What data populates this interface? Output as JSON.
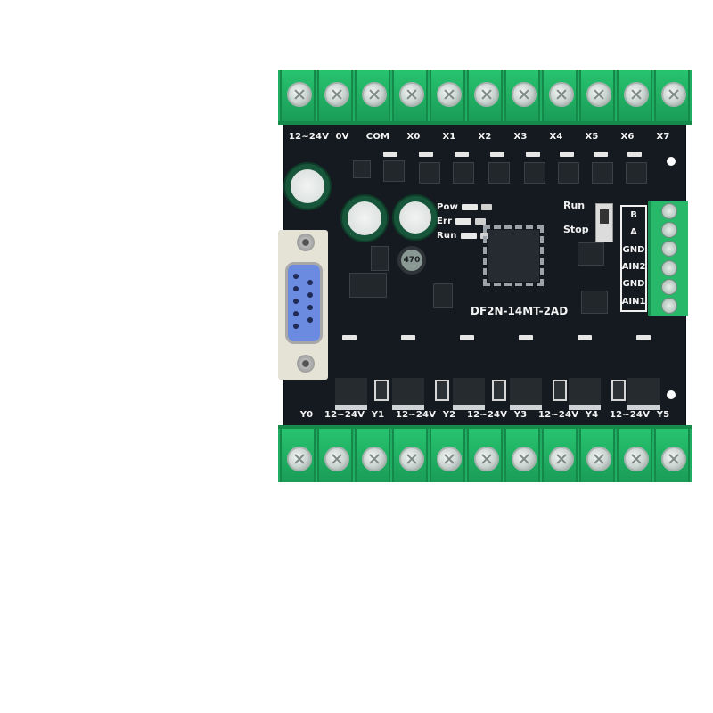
{
  "product": {
    "model": "DF2N-14MT-2AD",
    "description": "PLC control board with screw terminal blocks, DB9 serial port, status LEDs and Run/Stop switch"
  },
  "top_terminals": {
    "labels": [
      "12~24V",
      "0V",
      "COM",
      "X0",
      "X1",
      "X2",
      "X3",
      "X4",
      "X5",
      "X6",
      "X7"
    ]
  },
  "bottom_terminals": {
    "labels": [
      "Y0",
      "12~24V",
      "Y1",
      "12~24V",
      "Y2",
      "12~24V",
      "Y3",
      "12~24V",
      "Y4",
      "12~24V",
      "Y5"
    ]
  },
  "status_leds": {
    "labels": [
      "Pow",
      "Err",
      "Run"
    ]
  },
  "mode_switch": {
    "labels": [
      "Run",
      "Stop"
    ]
  },
  "analog_terminals": {
    "labels": [
      "B",
      "A",
      "GND",
      "AIN2",
      "GND",
      "AIN1"
    ]
  },
  "inductor": {
    "marking": "470"
  },
  "colors": {
    "pcb": "#151a20",
    "terminal_green": "#1fae62",
    "silkscreen": "#f4f4f4",
    "db9_blue": "#6a8be0",
    "background": "#ffffff"
  }
}
